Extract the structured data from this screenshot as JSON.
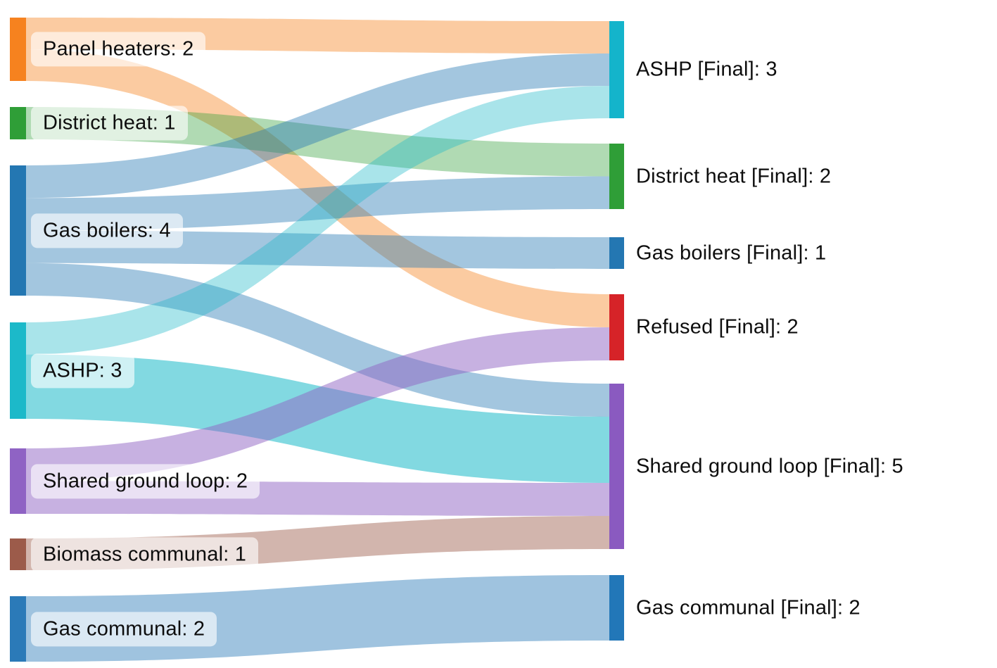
{
  "chart_data": {
    "type": "sankey",
    "title": "",
    "background_color": "#ffffff",
    "text_color": "#0d0d0d",
    "nodes": [
      {
        "id": "panel-heaters",
        "label": "Panel heaters: 2",
        "name": "Panel heaters",
        "value": 2,
        "side": "left",
        "color": "#f6821f"
      },
      {
        "id": "district-heat",
        "label": "District heat: 1",
        "name": "District heat",
        "value": 1,
        "side": "left",
        "color": "#2f9e37"
      },
      {
        "id": "gas-boilers",
        "label": "Gas boilers: 4",
        "name": "Gas boilers",
        "value": 4,
        "side": "left",
        "color": "#2477b2"
      },
      {
        "id": "ashp",
        "label": "ASHP: 3",
        "name": "ASHP",
        "value": 3,
        "side": "left",
        "color": "#1cb9c9"
      },
      {
        "id": "shared-ground-loop",
        "label": "Shared ground loop: 2",
        "name": "Shared ground loop",
        "value": 2,
        "side": "left",
        "color": "#8f63c4"
      },
      {
        "id": "biomass-communal",
        "label": "Biomass communal: 1",
        "name": "Biomass communal",
        "value": 1,
        "side": "left",
        "color": "#9c5b4a"
      },
      {
        "id": "gas-communal",
        "label": "Gas communal: 2",
        "name": "Gas communal",
        "value": 2,
        "side": "left",
        "color": "#2b7ab8"
      },
      {
        "id": "ashp-final",
        "label": "ASHP [Final]: 3",
        "name": "ASHP [Final]",
        "value": 3,
        "side": "right",
        "color": "#14b4cb"
      },
      {
        "id": "district-heat-final",
        "label": "District heat [Final]: 2",
        "name": "District heat [Final]",
        "value": 2,
        "side": "right",
        "color": "#2f9e37"
      },
      {
        "id": "gas-boilers-final",
        "label": "Gas boilers [Final]: 1",
        "name": "Gas boilers [Final]",
        "value": 1,
        "side": "right",
        "color": "#2477b2"
      },
      {
        "id": "refused-final",
        "label": "Refused [Final]: 2",
        "name": "Refused [Final]",
        "value": 2,
        "side": "right",
        "color": "#d62328"
      },
      {
        "id": "shared-ground-loop-final",
        "label": "Shared ground loop [Final]: 5",
        "name": "Shared ground loop [Final]",
        "value": 5,
        "side": "right",
        "color": "#8a5ac0"
      },
      {
        "id": "gas-communal-final",
        "label": "Gas communal [Final]: 2",
        "name": "Gas communal [Final]",
        "value": 2,
        "side": "right",
        "color": "#2277b8"
      }
    ],
    "links": [
      {
        "source": "panel-heaters",
        "target": "ashp-final",
        "value": 1,
        "opacity": 0.42
      },
      {
        "source": "panel-heaters",
        "target": "refused-final",
        "value": 1,
        "opacity": 0.42
      },
      {
        "source": "district-heat",
        "target": "district-heat-final",
        "value": 1,
        "opacity": 0.38
      },
      {
        "source": "gas-boilers",
        "target": "ashp-final",
        "value": 1,
        "opacity": 0.42
      },
      {
        "source": "gas-boilers",
        "target": "district-heat-final",
        "value": 1,
        "opacity": 0.42
      },
      {
        "source": "gas-boilers",
        "target": "gas-boilers-final",
        "value": 1,
        "opacity": 0.42
      },
      {
        "source": "gas-boilers",
        "target": "shared-ground-loop-final",
        "value": 1,
        "opacity": 0.42
      },
      {
        "source": "ashp",
        "target": "ashp-final",
        "value": 1,
        "opacity": 0.38
      },
      {
        "source": "ashp",
        "target": "shared-ground-loop-final",
        "value": 2,
        "opacity": 0.55
      },
      {
        "source": "shared-ground-loop",
        "target": "refused-final",
        "value": 1,
        "opacity": 0.5
      },
      {
        "source": "shared-ground-loop",
        "target": "shared-ground-loop-final",
        "value": 1,
        "opacity": 0.5
      },
      {
        "source": "biomass-communal",
        "target": "shared-ground-loop-final",
        "value": 1,
        "opacity": 0.45
      },
      {
        "source": "gas-communal",
        "target": "gas-communal-final",
        "value": 2,
        "opacity": 0.45
      }
    ]
  }
}
